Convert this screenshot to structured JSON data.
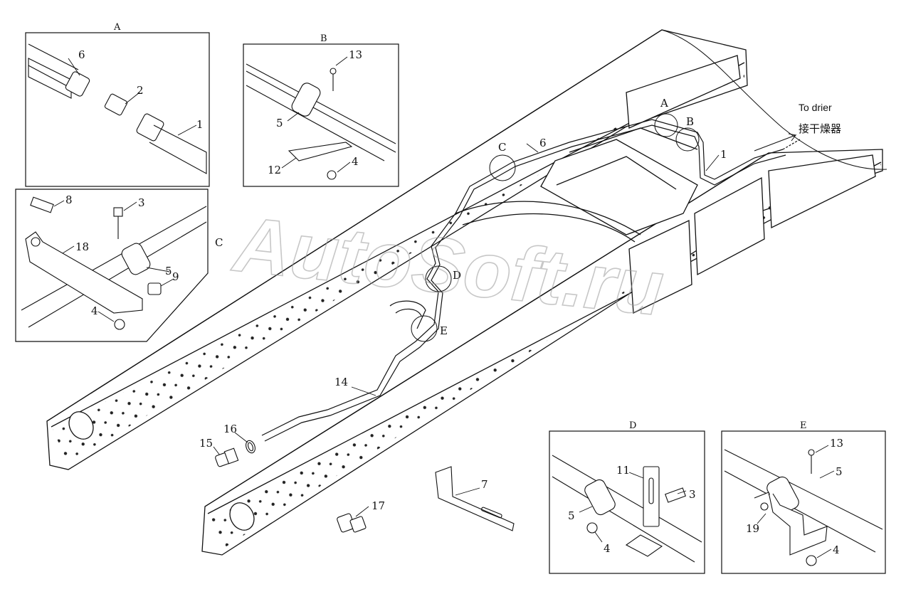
{
  "panels": {
    "A": {
      "title": "A"
    },
    "B": {
      "title": "B"
    },
    "C": {
      "title": "C"
    },
    "D": {
      "title": "D"
    },
    "E": {
      "title": "E"
    }
  },
  "callouts": {
    "a_6": "6",
    "a_2": "2",
    "a_1": "1",
    "b_13": "13",
    "b_5": "5",
    "b_12": "12",
    "b_4": "4",
    "c_8": "8",
    "c_3": "3",
    "c_18": "18",
    "c_5": "5",
    "c_9": "9",
    "c_4": "4",
    "m_6": "6",
    "m_1": "1",
    "m_14": "14",
    "m_15": "15",
    "m_16": "16",
    "m_17": "17",
    "m_7": "7",
    "m_A": "A",
    "m_B": "B",
    "m_C": "C",
    "m_D": "D",
    "m_E": "E",
    "d_11": "11",
    "d_3": "3",
    "d_5": "5",
    "d_4": "4",
    "e_13": "13",
    "e_5": "5",
    "e_19": "19",
    "e_4": "4"
  },
  "annotations": {
    "to_drier_en": "To drier",
    "to_drier_cn": "接干燥器"
  },
  "watermark": "AutoSoft.ru"
}
